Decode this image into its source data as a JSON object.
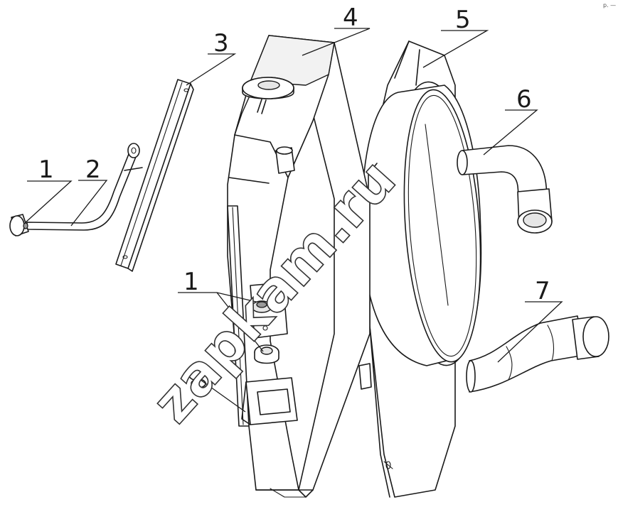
{
  "labels": {
    "l1a": "1",
    "l2": "2",
    "l3": "3",
    "l4": "4",
    "l5": "5",
    "l6": "6",
    "l7": "7",
    "l1b": "1"
  },
  "watermark": "zapkam.ru",
  "corner_mark": "p. —"
}
